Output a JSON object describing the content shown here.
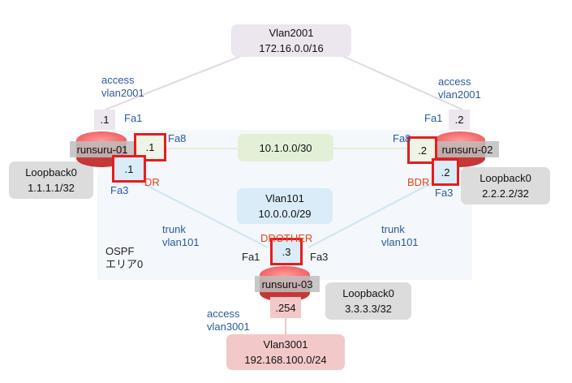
{
  "networks": {
    "vlan2001": {
      "name": "Vlan2001",
      "subnet": "172.16.0.0/16"
    },
    "transit": {
      "subnet": "10.1.0.0/30"
    },
    "vlan101": {
      "name": "Vlan101",
      "subnet": "10.0.0.0/29"
    },
    "vlan3001": {
      "name": "Vlan3001",
      "subnet": "192.168.100.0/24"
    }
  },
  "routers": {
    "r1": {
      "name": "runsuru-01",
      "loopback_name": "Loopback0",
      "loopback_ip": "1.1.1.1/32",
      "role": "DR",
      "fa1_label": "Fa1",
      "fa1_ip": ".1",
      "fa8_label": "Fa8",
      "fa8_ip": ".1",
      "fa3_label": "Fa3",
      "fa3_ip": ".1"
    },
    "r2": {
      "name": "runsuru-02",
      "loopback_name": "Loopback0",
      "loopback_ip": "2.2.2.2/32",
      "role": "BDR",
      "fa1_label": "Fa1",
      "fa1_ip": ".2",
      "fa8_label": "Fa8",
      "fa8_ip": ".2",
      "fa3_label": "Fa3",
      "fa3_ip": ".2"
    },
    "r3": {
      "name": "runsuru-03",
      "loopback_name": "Loopback0",
      "loopback_ip": "3.3.3.3/32",
      "role": "DROTHER",
      "fa1_label": "Fa1",
      "fa3_label": "Fa3",
      "fa3_ip": ".3",
      "vlan3001_ip": ".254"
    }
  },
  "links": {
    "r1_access_mode": "access",
    "r1_access_vlan": "vlan2001",
    "r2_access_mode": "access",
    "r2_access_vlan": "vlan2001",
    "r1_trunk_mode": "trunk",
    "r1_trunk_vlan": "vlan101",
    "r2_trunk_mode": "trunk",
    "r2_trunk_vlan": "vlan101",
    "r3_access_mode": "access",
    "r3_access_vlan": "vlan3001"
  },
  "area": {
    "line1": "OSPF",
    "line2": "エリア0"
  },
  "colors": {
    "lavender": "#ece6ee",
    "light_green": "#e3f0d8",
    "light_blue": "#d9ecf7",
    "pink": "#f3c8c8",
    "gray": "#dcdcdc",
    "router_red": "#e74d4d",
    "highlight_red": "#e51d1d",
    "label_blue": "#2a5a9c",
    "label_orange": "#e0461e"
  }
}
